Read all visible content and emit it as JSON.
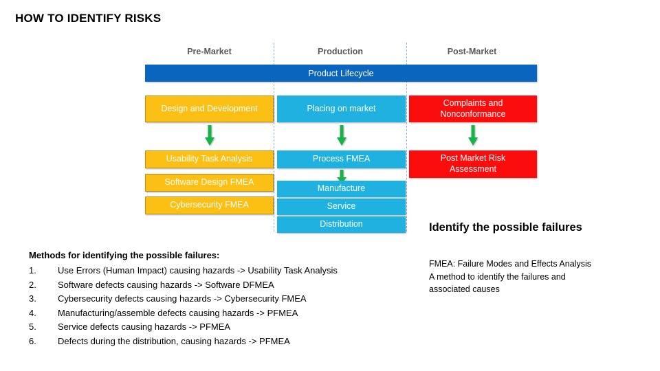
{
  "page": {
    "title": "HOW TO IDENTIFY RISKS"
  },
  "colors": {
    "lifecycle_blue": "#0a65bf",
    "premarket_yellow": "#fcbf13",
    "production_cyan": "#1fb2e0",
    "postmarket_red": "#fc0d0d",
    "arrow_green": "#18b24b",
    "header_gray": "#58595b",
    "separator_blue": "#8fb7d4"
  },
  "diagram": {
    "phases": [
      {
        "label": "Pre-Market"
      },
      {
        "label": "Production"
      },
      {
        "label": "Post-Market"
      }
    ],
    "lifecycle_bar": {
      "label": "Product Lifecycle"
    },
    "columns": {
      "premarket": {
        "stage_box": "Design and Development",
        "method_boxes": [
          "Usability Task Analysis",
          "Software Design FMEA",
          "Cybersecurity FMEA"
        ]
      },
      "production": {
        "stage_box": "Placing on market",
        "method_boxes": [
          "Process FMEA",
          "Manufacture",
          "Service",
          "Distribution"
        ]
      },
      "postmarket": {
        "stage_box": "Complaints and Nonconformance",
        "stage_box_line1": "Complaints and",
        "stage_box_line2": "Nonconformance",
        "method_boxes": [
          "Post Market Risk Assessment"
        ],
        "method_box_line1": "Post Market Risk",
        "method_box_line2": "Assessment"
      }
    }
  },
  "methods": {
    "title": "Methods for identifying the possible failures:",
    "items": [
      {
        "num": "1.",
        "text": "Use Errors (Human Impact) causing hazards -> Usability Task Analysis"
      },
      {
        "num": "2.",
        "text": "Software defects causing hazards -> Software DFMEA"
      },
      {
        "num": "3.",
        "text": "Cybersecurity defects causing hazards -> Cybersecurity FMEA"
      },
      {
        "num": "4.",
        "text": "Manufacturing/assemble defects causing hazards -> PFMEA"
      },
      {
        "num": "5.",
        "text": "Service defects causing hazards -> PFMEA"
      },
      {
        "num": "6.",
        "text": "Defects during the distribution, causing hazards -> PFMEA"
      }
    ]
  },
  "callout": {
    "heading": "Identify the possible failures",
    "note_line1": "FMEA: Failure Modes and Effects Analysis",
    "note_line2": "A method to identify the failures and",
    "note_line3": "associated causes"
  }
}
